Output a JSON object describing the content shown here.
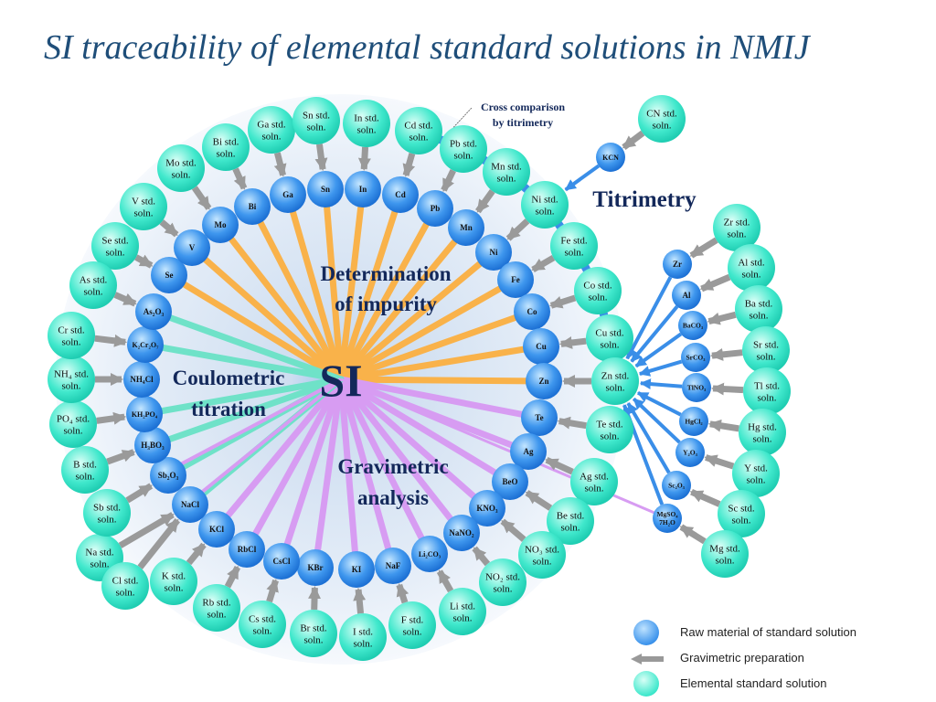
{
  "title": "SI traceability of elemental standard solutions in NMIJ",
  "center_label": "SI",
  "sections": {
    "impurity": [
      "Determination",
      "of impurity"
    ],
    "coulometric": [
      "Coulometric",
      "titration"
    ],
    "gravimetric": [
      "Gravimetric",
      "analysis"
    ],
    "titrimetry": "Titrimetry",
    "cross_comparison": [
      "Cross comparison",
      "by titrimetry"
    ]
  },
  "ring_raw": [
    "Se",
    "V",
    "Mo",
    "Bi",
    "Ga",
    "Sn",
    "In",
    "Cd",
    "Pb",
    "Mn",
    "Ni",
    "Fe",
    "Co",
    "Cu",
    "Zn",
    "Te",
    "Ag",
    "BeO",
    "KNO₃",
    "NaNO₂",
    "Li₂CO₃",
    "NaF",
    "KI",
    "KBr",
    "CsCl",
    "RbCl",
    "KCl",
    "NaCl",
    "Sb₂O₃",
    "H₃BO₃",
    "KH₂PO₄",
    "NH₄Cl",
    "K₂Cr₂O₇",
    "As₂O₃"
  ],
  "ring_std": [
    [
      "Se std.",
      "soln."
    ],
    [
      "V std.",
      "soln."
    ],
    [
      "Mo std.",
      "soln."
    ],
    [
      "Bi std.",
      "soln."
    ],
    [
      "Ga std.",
      "soln."
    ],
    [
      "Sn std.",
      "soln."
    ],
    [
      "In std.",
      "soln."
    ],
    [
      "Cd std.",
      "soln."
    ],
    [
      "Pb std.",
      "soln."
    ],
    [
      "Mn std.",
      "soln."
    ],
    [
      "Ni std.",
      "soln."
    ],
    [
      "Fe std.",
      "soln."
    ],
    [
      "Co std.",
      "soln."
    ],
    [
      "Cu std.",
      "soln."
    ],
    [
      "Zn std.",
      "soln."
    ],
    [
      "Te std.",
      "soln."
    ],
    [
      "Ag std.",
      "soln."
    ],
    [
      "Be std.",
      "soln."
    ],
    [
      "NO₃ std.",
      "soln."
    ],
    [
      "NO₂ std.",
      "soln."
    ],
    [
      "Li std.",
      "soln."
    ],
    [
      "F std.",
      "soln."
    ],
    [
      "I std.",
      "soln."
    ],
    [
      "Br std.",
      "soln."
    ],
    [
      "Cs std.",
      "soln."
    ],
    [
      "Rb std.",
      "soln."
    ],
    [
      "K std.",
      "soln."
    ],
    [
      "Na std.",
      "soln."
    ],
    [
      "Sb std.",
      "soln."
    ],
    [
      "B std.",
      "soln."
    ],
    [
      "PO₄ std.",
      "soln."
    ],
    [
      "NH₄ std.",
      "soln."
    ],
    [
      "Cr std.",
      "soln."
    ],
    [
      "As std.",
      "soln."
    ]
  ],
  "extra_std_cl": [
    "Cl std.",
    "soln."
  ],
  "titrimetry_cn": {
    "raw": "KCN",
    "std": [
      "CN std.",
      "soln."
    ]
  },
  "titrimetry_raw": [
    [
      "Zr"
    ],
    [
      "Al"
    ],
    [
      "BaCO₃"
    ],
    [
      "SrCO₃"
    ],
    [
      "TlNO₃"
    ],
    [
      "HgCl₂"
    ],
    [
      "Y₂O₃"
    ],
    [
      "Sc₂O₃"
    ],
    [
      "MgSO₄",
      "7H₂O"
    ]
  ],
  "titrimetry_std": [
    [
      "Zr std.",
      "soln."
    ],
    [
      "Al std.",
      "soln."
    ],
    [
      "Ba std.",
      "soln."
    ],
    [
      "Sr std.",
      "soln."
    ],
    [
      "Tl std.",
      "soln."
    ],
    [
      "Hg std.",
      "soln."
    ],
    [
      "Y std.",
      "soln."
    ],
    [
      "Sc std.",
      "soln."
    ],
    [
      "Mg std.",
      "soln."
    ]
  ],
  "legend": [
    {
      "icon": "blue-circle",
      "label": "Raw material of standard solution"
    },
    {
      "icon": "gray-arrow",
      "label": "Gravimetric preparation"
    },
    {
      "icon": "cyan-circle",
      "label": "Elemental standard solution"
    }
  ],
  "colors": {
    "impurity": "#f9b24a",
    "coulometric": "#6fe2c8",
    "gravimetric": "#d79cf2",
    "titrimetry": "#3a8ee8",
    "arrow": "#9a9a9a",
    "text": "#13285a"
  }
}
